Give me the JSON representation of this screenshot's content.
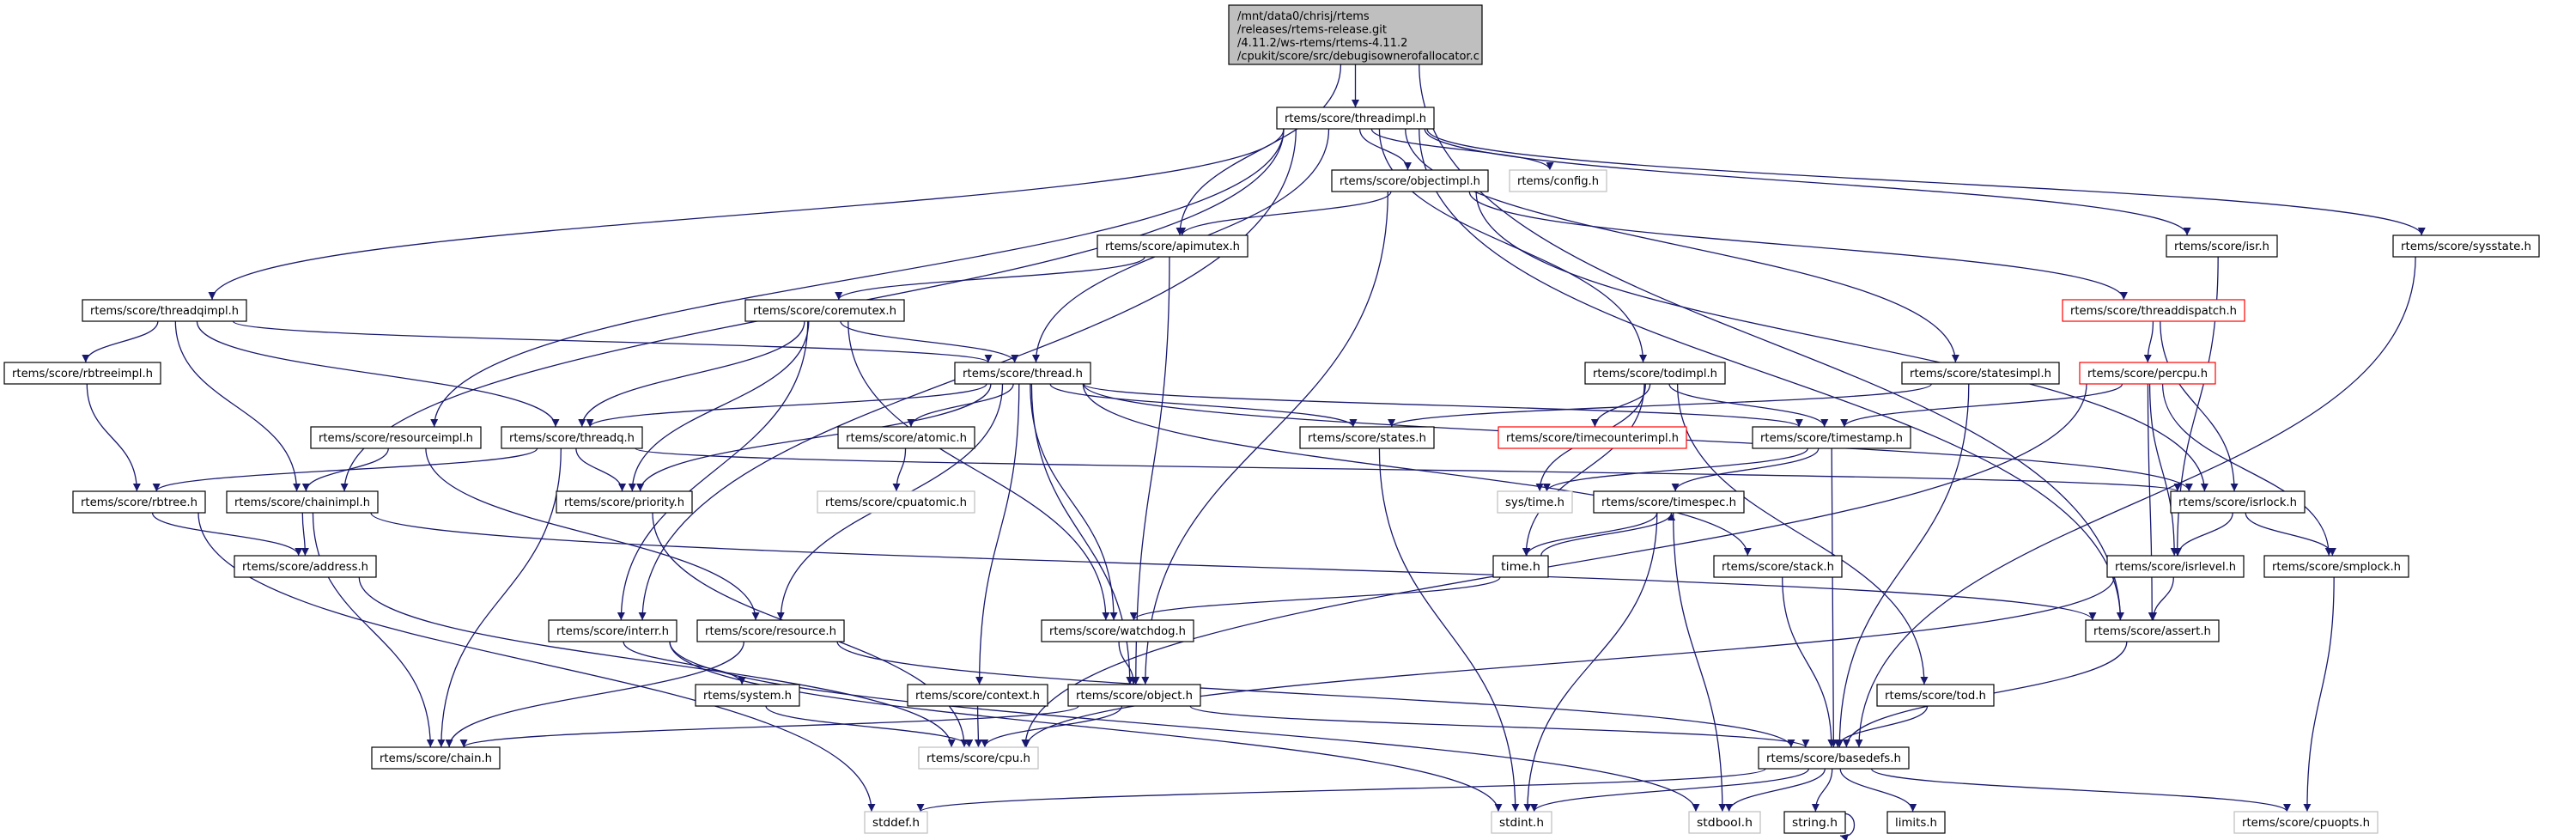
{
  "graph": {
    "edge_color": "#191970",
    "root_fill": "#bfbfbf",
    "nodes": [
      {
        "id": "root",
        "style": "root",
        "lines": [
          "/mnt/data0/chrisj/rtems",
          "/releases/rtems-release.git",
          "/4.11.2/ws-rtems/rtems-4.11.2",
          "/cpukit/score/src/debugisownerofallocator.c"
        ]
      },
      {
        "id": "threadimpl",
        "label": "rtems/score/threadimpl.h",
        "style": "normal"
      },
      {
        "id": "objectimpl",
        "label": "rtems/score/objectimpl.h",
        "style": "normal"
      },
      {
        "id": "config",
        "label": "rtems/config.h",
        "style": "gray"
      },
      {
        "id": "apimutex",
        "label": "rtems/score/apimutex.h",
        "style": "normal"
      },
      {
        "id": "isr",
        "label": "rtems/score/isr.h",
        "style": "normal"
      },
      {
        "id": "sysstate",
        "label": "rtems/score/sysstate.h",
        "style": "normal"
      },
      {
        "id": "threadqimpl",
        "label": "rtems/score/threadqimpl.h",
        "style": "normal"
      },
      {
        "id": "coremutex",
        "label": "rtems/score/coremutex.h",
        "style": "normal"
      },
      {
        "id": "threaddispatch",
        "label": "rtems/score/threaddispatch.h",
        "style": "red"
      },
      {
        "id": "rbtreeimpl",
        "label": "rtems/score/rbtreeimpl.h",
        "style": "normal"
      },
      {
        "id": "thread",
        "label": "rtems/score/thread.h",
        "style": "normal"
      },
      {
        "id": "todimpl",
        "label": "rtems/score/todimpl.h",
        "style": "normal"
      },
      {
        "id": "statesimpl",
        "label": "rtems/score/statesimpl.h",
        "style": "normal"
      },
      {
        "id": "percpu",
        "label": "rtems/score/percpu.h",
        "style": "red"
      },
      {
        "id": "resourceimpl",
        "label": "rtems/score/resourceimpl.h",
        "style": "normal"
      },
      {
        "id": "threadq",
        "label": "rtems/score/threadq.h",
        "style": "normal"
      },
      {
        "id": "atomic",
        "label": "rtems/score/atomic.h",
        "style": "normal"
      },
      {
        "id": "states",
        "label": "rtems/score/states.h",
        "style": "normal"
      },
      {
        "id": "timecounterimpl",
        "label": "rtems/score/timecounterimpl.h",
        "style": "red"
      },
      {
        "id": "timestamp",
        "label": "rtems/score/timestamp.h",
        "style": "normal"
      },
      {
        "id": "rbtree",
        "label": "rtems/score/rbtree.h",
        "style": "normal"
      },
      {
        "id": "chainimpl",
        "label": "rtems/score/chainimpl.h",
        "style": "normal"
      },
      {
        "id": "priority",
        "label": "rtems/score/priority.h",
        "style": "normal"
      },
      {
        "id": "cpuatomic",
        "label": "rtems/score/cpuatomic.h",
        "style": "gray"
      },
      {
        "id": "systime",
        "label": "sys/time.h",
        "style": "gray"
      },
      {
        "id": "timespec",
        "label": "rtems/score/timespec.h",
        "style": "normal"
      },
      {
        "id": "isrlock",
        "label": "rtems/score/isrlock.h",
        "style": "normal"
      },
      {
        "id": "address",
        "label": "rtems/score/address.h",
        "style": "normal"
      },
      {
        "id": "time",
        "label": "time.h",
        "style": "normal"
      },
      {
        "id": "stack",
        "label": "rtems/score/stack.h",
        "style": "normal"
      },
      {
        "id": "isrlevel",
        "label": "rtems/score/isrlevel.h",
        "style": "normal"
      },
      {
        "id": "smplock",
        "label": "rtems/score/smplock.h",
        "style": "normal"
      },
      {
        "id": "interr",
        "label": "rtems/score/interr.h",
        "style": "normal"
      },
      {
        "id": "resource",
        "label": "rtems/score/resource.h",
        "style": "normal"
      },
      {
        "id": "watchdog",
        "label": "rtems/score/watchdog.h",
        "style": "normal"
      },
      {
        "id": "assert",
        "label": "rtems/score/assert.h",
        "style": "normal"
      },
      {
        "id": "system",
        "label": "rtems/system.h",
        "style": "normal"
      },
      {
        "id": "context",
        "label": "rtems/score/context.h",
        "style": "normal"
      },
      {
        "id": "object",
        "label": "rtems/score/object.h",
        "style": "normal"
      },
      {
        "id": "tod",
        "label": "rtems/score/tod.h",
        "style": "normal"
      },
      {
        "id": "chain",
        "label": "rtems/score/chain.h",
        "style": "normal"
      },
      {
        "id": "cpu",
        "label": "rtems/score/cpu.h",
        "style": "gray"
      },
      {
        "id": "basedefs",
        "label": "rtems/score/basedefs.h",
        "style": "normal"
      },
      {
        "id": "stddef",
        "label": "stddef.h",
        "style": "gray"
      },
      {
        "id": "stdint",
        "label": "stdint.h",
        "style": "gray"
      },
      {
        "id": "stdbool",
        "label": "stdbool.h",
        "style": "gray"
      },
      {
        "id": "string",
        "label": "string.h",
        "style": "normal"
      },
      {
        "id": "limits",
        "label": "limits.h",
        "style": "normal"
      },
      {
        "id": "cpuopts",
        "label": "rtems/score/cpuopts.h",
        "style": "gray"
      }
    ],
    "edges": [
      [
        "root",
        "threadimpl"
      ],
      [
        "root",
        "apimutex"
      ],
      [
        "root",
        "assert"
      ],
      [
        "threadimpl",
        "threadqimpl"
      ],
      [
        "threadimpl",
        "chainimpl"
      ],
      [
        "threadimpl",
        "interr"
      ],
      [
        "threadimpl",
        "resourceimpl"
      ],
      [
        "threadimpl",
        "thread"
      ],
      [
        "threadimpl",
        "objectimpl"
      ],
      [
        "threadimpl",
        "config"
      ],
      [
        "threadimpl",
        "todimpl"
      ],
      [
        "threadimpl",
        "statesimpl"
      ],
      [
        "threadimpl",
        "isr"
      ],
      [
        "threadimpl",
        "sysstate"
      ],
      [
        "threadimpl",
        "assert"
      ],
      [
        "objectimpl",
        "apimutex"
      ],
      [
        "objectimpl",
        "object"
      ],
      [
        "objectimpl",
        "threaddispatch"
      ],
      [
        "objectimpl",
        "isrlock"
      ],
      [
        "apimutex",
        "coremutex"
      ],
      [
        "apimutex",
        "object"
      ],
      [
        "coremutex",
        "threadq"
      ],
      [
        "coremutex",
        "priority"
      ],
      [
        "coremutex",
        "thread"
      ],
      [
        "coremutex",
        "interr"
      ],
      [
        "coremutex",
        "watchdog"
      ],
      [
        "threadqimpl",
        "rbtreeimpl"
      ],
      [
        "threadqimpl",
        "chainimpl"
      ],
      [
        "threadqimpl",
        "threadq"
      ],
      [
        "threadqimpl",
        "thread"
      ],
      [
        "rbtreeimpl",
        "rbtree"
      ],
      [
        "thread",
        "threadq"
      ],
      [
        "thread",
        "priority"
      ],
      [
        "thread",
        "atomic"
      ],
      [
        "thread",
        "resource"
      ],
      [
        "thread",
        "context"
      ],
      [
        "thread",
        "object"
      ],
      [
        "thread",
        "watchdog"
      ],
      [
        "thread",
        "states"
      ],
      [
        "thread",
        "timestamp"
      ],
      [
        "thread",
        "isrlock"
      ],
      [
        "thread",
        "stack"
      ],
      [
        "resourceimpl",
        "chainimpl"
      ],
      [
        "resourceimpl",
        "resource"
      ],
      [
        "threadq",
        "rbtree"
      ],
      [
        "threadq",
        "chain"
      ],
      [
        "threadq",
        "priority"
      ],
      [
        "threadq",
        "isrlock"
      ],
      [
        "atomic",
        "cpuatomic"
      ],
      [
        "rbtree",
        "address"
      ],
      [
        "rbtree",
        "stddef"
      ],
      [
        "chainimpl",
        "address"
      ],
      [
        "chainimpl",
        "chain"
      ],
      [
        "chainimpl",
        "assert"
      ],
      [
        "priority",
        "cpu"
      ],
      [
        "address",
        "cpu"
      ],
      [
        "interr",
        "system"
      ],
      [
        "interr",
        "stdint"
      ],
      [
        "interr",
        "stdbool"
      ],
      [
        "resource",
        "chain"
      ],
      [
        "resource",
        "basedefs"
      ],
      [
        "watchdog",
        "object"
      ],
      [
        "system",
        "cpu"
      ],
      [
        "context",
        "cpu"
      ],
      [
        "object",
        "chain"
      ],
      [
        "object",
        "cpu"
      ],
      [
        "object",
        "basedefs"
      ],
      [
        "todimpl",
        "timecounterimpl"
      ],
      [
        "todimpl",
        "timestamp"
      ],
      [
        "todimpl",
        "systime"
      ],
      [
        "todimpl",
        "time"
      ],
      [
        "todimpl",
        "tod"
      ],
      [
        "statesimpl",
        "states"
      ],
      [
        "statesimpl",
        "basedefs"
      ],
      [
        "states",
        "stdint"
      ],
      [
        "timestamp",
        "systime"
      ],
      [
        "timestamp",
        "timespec"
      ],
      [
        "timestamp",
        "basedefs"
      ],
      [
        "timespec",
        "time"
      ],
      [
        "timespec",
        "stdint"
      ],
      [
        "timespec",
        "stdbool"
      ],
      [
        "time",
        "timespec"
      ],
      [
        "time",
        "watchdog"
      ],
      [
        "stack",
        "basedefs"
      ],
      [
        "isr",
        "isrlevel"
      ],
      [
        "sysstate",
        "basedefs"
      ],
      [
        "threaddispatch",
        "percpu"
      ],
      [
        "threaddispatch",
        "isrlock"
      ],
      [
        "percpu",
        "timestamp"
      ],
      [
        "percpu",
        "cpu"
      ],
      [
        "percpu",
        "assert"
      ],
      [
        "percpu",
        "isrlevel"
      ],
      [
        "percpu",
        "smplock"
      ],
      [
        "isrlock",
        "isrlevel"
      ],
      [
        "isrlock",
        "smplock"
      ],
      [
        "isrlevel",
        "assert"
      ],
      [
        "isrlevel",
        "cpu"
      ],
      [
        "smplock",
        "cpuopts"
      ],
      [
        "assert",
        "basedefs"
      ],
      [
        "tod",
        "basedefs"
      ],
      [
        "basedefs",
        "stddef"
      ],
      [
        "basedefs",
        "stdint"
      ],
      [
        "basedefs",
        "stdbool"
      ],
      [
        "basedefs",
        "string"
      ],
      [
        "basedefs",
        "limits"
      ],
      [
        "basedefs",
        "cpuopts"
      ],
      [
        "string",
        "string"
      ]
    ]
  }
}
